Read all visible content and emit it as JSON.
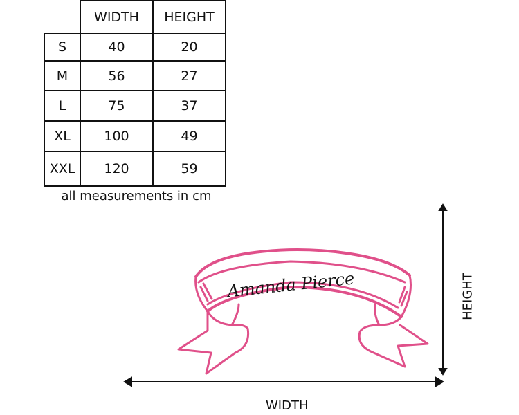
{
  "table": {
    "headers": [
      "WIDTH",
      "HEIGHT"
    ],
    "rows": [
      {
        "size": "S",
        "width": "40",
        "height": "20"
      },
      {
        "size": "M",
        "width": "56",
        "height": "27"
      },
      {
        "size": "L",
        "width": "75",
        "height": "37"
      },
      {
        "size": "XL",
        "width": "100",
        "height": "49"
      },
      {
        "size": "XXL",
        "width": "120",
        "height": "59"
      }
    ]
  },
  "caption": "all measurements in cm",
  "ribbon": {
    "text": "Amanda Pierce",
    "color": "#e0508a"
  },
  "dimensions": {
    "width_label": "WIDTH",
    "height_label": "HEIGHT"
  }
}
